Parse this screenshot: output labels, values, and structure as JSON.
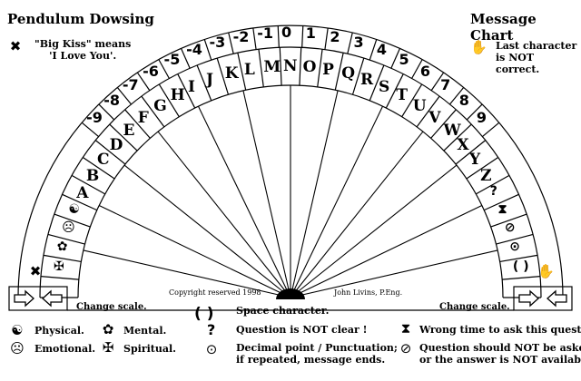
{
  "header": {
    "left_title": "Pendulum Dowsing",
    "right_title": "Message Chart"
  },
  "notes": {
    "big_kiss_line1": "\"Big Kiss\" means",
    "big_kiss_line2": "'I Love You'.",
    "last_char_line1": "Last character",
    "last_char_line2": "is NOT correct."
  },
  "arc": {
    "numbers": [
      "-9",
      "-8",
      "-7",
      "-6",
      "-5",
      "-4",
      "-3",
      "-2",
      "-1",
      "0",
      "1",
      "2",
      "3",
      "4",
      "5",
      "6",
      "7",
      "8",
      "9"
    ],
    "letters": [
      "A",
      "B",
      "C",
      "D",
      "E",
      "F",
      "G",
      "H",
      "I",
      "J",
      "K",
      "L",
      "M",
      "N",
      "O",
      "P",
      "Q",
      "R",
      "S",
      "T",
      "U",
      "V",
      "W",
      "X",
      "Y",
      "Z"
    ],
    "left_symbols": [
      "✠",
      "✿",
      "☹",
      "☯"
    ],
    "right_symbols": [
      "?",
      "⧗",
      "⊘",
      "⊙",
      "( )"
    ]
  },
  "footer": {
    "change_scale_left": "Change scale.",
    "change_scale_right": "Change scale.",
    "copyright": "Copyright reserved 1998",
    "author": "John Livins, P.Eng.",
    "space_character": "Space character.",
    "space_symbol": "( )"
  },
  "legend": {
    "physical": "Physical.",
    "mental": "Mental.",
    "emotional": "Emotional.",
    "spiritual": "Spiritual.",
    "question_unclear": "Question is NOT clear !",
    "decimal_line1": "Decimal point / Punctuation;",
    "decimal_line2": "if repeated, message ends.",
    "wrong_time": "Wrong time to ask this question.",
    "not_asked_line1": "Question should NOT be asked,",
    "not_asked_line2": "or the answer is NOT available."
  },
  "icons": {
    "physical": "yin-yang-icon",
    "mental": "flower-icon",
    "emotional": "frown-face-icon",
    "spiritual": "maltese-cross-icon",
    "big_kiss": "x-mark-icon",
    "hand": "hand-icon",
    "hourglass": "hourglass-icon",
    "prohibited": "prohibited-icon",
    "question": "question-mark-icon",
    "dot_circle": "dot-circle-icon",
    "arrows": "double-arrow-icon"
  }
}
